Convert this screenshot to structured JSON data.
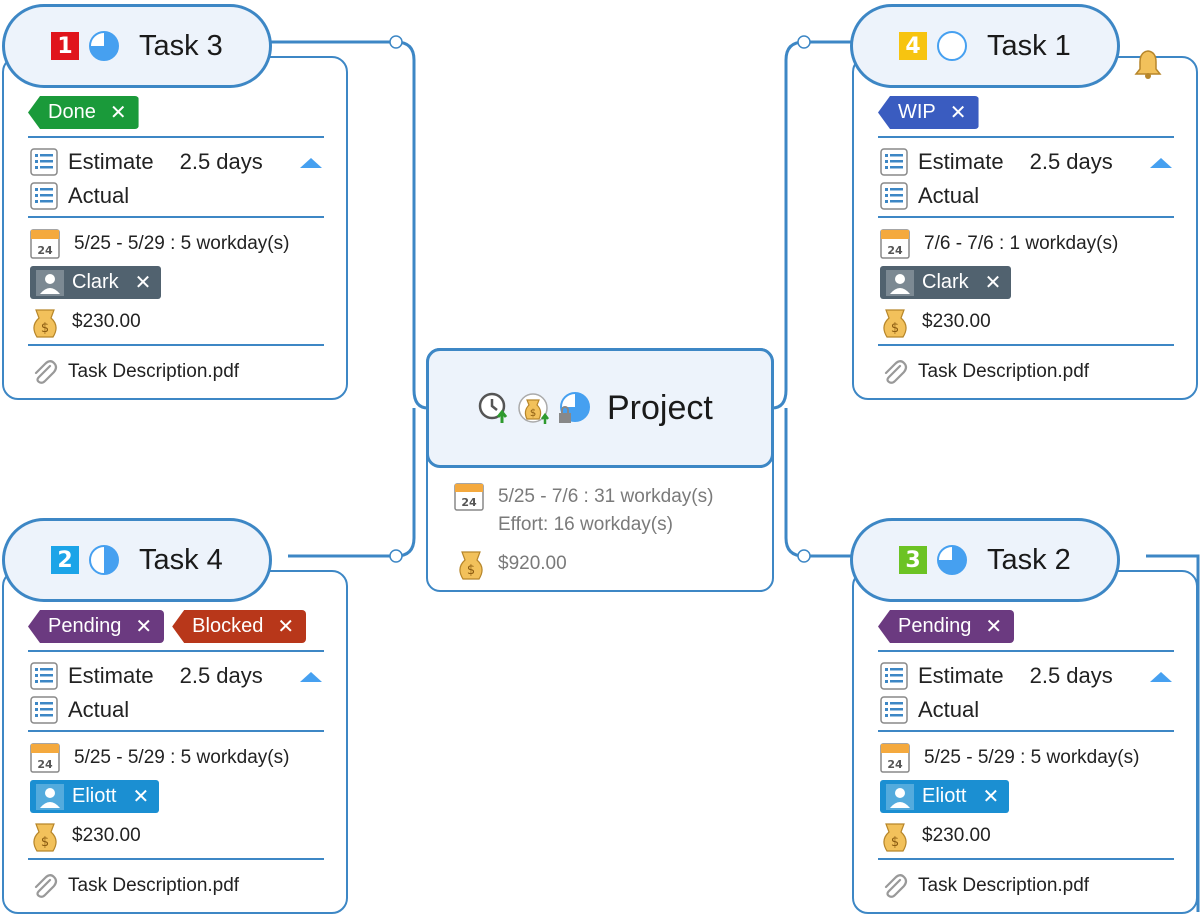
{
  "project": {
    "title": "Project",
    "dates": "5/25 - 7/6 : 31 workday(s)",
    "effort": "Effort: 16 workday(s)",
    "cost": "$920.00",
    "icons": [
      "clock-up-icon",
      "money-bag-up-icon",
      "progress-lock-icon"
    ]
  },
  "tasks": [
    {
      "title": "Task 3",
      "priority": "1",
      "priority_color": "#e0141c",
      "progress": 0.75,
      "tags": [
        {
          "label": "Done",
          "color": "#1a9a3a"
        }
      ],
      "estimate_label": "Estimate",
      "estimate_value": "2.5 days",
      "actual_label": "Actual",
      "dates": "5/25 - 5/29 : 5 workday(s)",
      "resource": "Clark",
      "resource_color": "#51626f",
      "cost": "$230.00",
      "attachment": "Task Description.pdf"
    },
    {
      "title": "Task 1",
      "priority": "4",
      "priority_color": "#f7c410",
      "progress": 0,
      "tags": [
        {
          "label": "WIP",
          "color": "#3a5cc0"
        }
      ],
      "estimate_label": "Estimate",
      "estimate_value": "2.5 days",
      "actual_label": "Actual",
      "dates": "7/6 - 7/6 : 1 workday(s)",
      "resource": "Clark",
      "resource_color": "#51626f",
      "cost": "$230.00",
      "attachment": "Task Description.pdf"
    },
    {
      "title": "Task 4",
      "priority": "2",
      "priority_color": "#1ba4e8",
      "progress": 0.5,
      "tags": [
        {
          "label": "Pending",
          "color": "#6b3a80"
        },
        {
          "label": "Blocked",
          "color": "#b8371a"
        }
      ],
      "estimate_label": "Estimate",
      "estimate_value": "2.5 days",
      "actual_label": "Actual",
      "dates": "5/25 - 5/29 : 5 workday(s)",
      "resource": "Eliott",
      "resource_color": "#1b8fd2",
      "cost": "$230.00",
      "attachment": "Task Description.pdf"
    },
    {
      "title": "Task 2",
      "priority": "3",
      "priority_color": "#6cc324",
      "progress": 0.75,
      "tags": [
        {
          "label": "Pending",
          "color": "#6b3a80"
        }
      ],
      "estimate_label": "Estimate",
      "estimate_value": "2.5 days",
      "actual_label": "Actual",
      "dates": "5/25 - 5/29 : 5 workday(s)",
      "resource": "Eliott",
      "resource_color": "#1b8fd2",
      "cost": "$230.00",
      "attachment": "Task Description.pdf"
    }
  ],
  "colors": {
    "line": "#3d87c5",
    "topic_fill": "#edf3fb",
    "accent": "#46a0f0"
  }
}
